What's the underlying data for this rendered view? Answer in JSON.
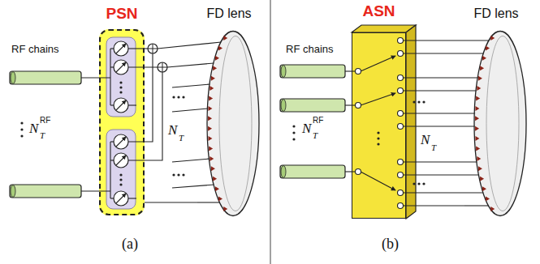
{
  "diagram": {
    "nodes": [
      {
        "text": [
          "PSN"
        ]
      },
      {
        "text": [
          "FD lens"
        ]
      },
      {
        "text": [
          "ASN"
        ]
      },
      {
        "text": [
          "FD lens"
        ]
      }
    ],
    "edges": [
      {
        "from": 0,
        "to": 1,
        "arrow": "none"
      },
      {
        "from": 2,
        "to": 3,
        "arrow": "none"
      }
    ],
    "labels": [
      "RF chains",
      "N",
      "RF",
      "T",
      "N",
      "T",
      "(a)",
      "RF chains",
      "N",
      "RF",
      "T",
      "N",
      "T",
      "(b)"
    ]
  }
}
